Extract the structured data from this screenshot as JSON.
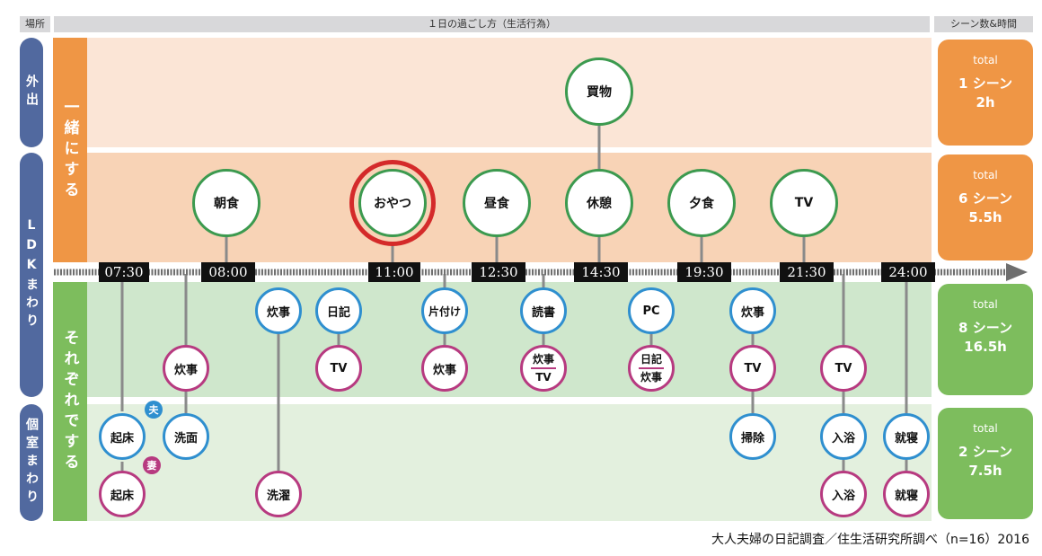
{
  "header": {
    "place": "場所",
    "activity": "１日の過ごし方（生活行為）",
    "summary": "シーン数&時間"
  },
  "place_labels": {
    "outside": "外出",
    "ldk": "LDKまわり",
    "private": "個室まわり"
  },
  "activity_labels": {
    "together": "一緒にする",
    "separate": "それぞれでする"
  },
  "times": [
    "07:30",
    "08:00",
    "11:00",
    "12:30",
    "14:30",
    "19:30",
    "21:30",
    "24:00"
  ],
  "together_nodes": {
    "kaimono": "買物",
    "breakfast": "朝食",
    "oyatsu": "おやつ",
    "lunch": "昼食",
    "rest": "休憩",
    "dinner": "夕食",
    "tv": "TV"
  },
  "separate_nodes": {
    "suiji1": "炊事",
    "nikki1": "日記",
    "katazuke": "片付け",
    "dokusho": "読書",
    "pc": "PC",
    "suiji2": "炊事",
    "suiji3": "炊事",
    "tv1": "TV",
    "suiji4": "炊事",
    "combo1_top": "炊事",
    "combo1_bottom": "TV",
    "combo2_top": "日記",
    "combo2_bottom": "炊事",
    "tv2": "TV",
    "tv3": "TV"
  },
  "private_nodes": {
    "kisho_h": "起床",
    "sengan": "洗面",
    "soji": "掃除",
    "nyuyoku1": "入浴",
    "shushin1": "就寝",
    "kisho_w": "起床",
    "sentaku": "洗濯",
    "nyuyoku2": "入浴",
    "shushin2": "就寝"
  },
  "tags": {
    "husband": "夫",
    "wife": "妻"
  },
  "summary": [
    {
      "total": "total",
      "scenes": "1 シーン",
      "hours": "2h"
    },
    {
      "total": "total",
      "scenes": "6 シーン",
      "hours": "5.5h"
    },
    {
      "total": "total",
      "scenes": "8 シーン",
      "hours": "16.5h"
    },
    {
      "total": "total",
      "scenes": "2 シーン",
      "hours": "7.5h"
    }
  ],
  "colors": {
    "together": "#ef9645",
    "separate": "#7dbd5d",
    "place": "#51699f",
    "green_node": "#3c9a4f",
    "blue_node": "#2f8fcf",
    "pink_node": "#b73a80",
    "highlight": "#d42a2a"
  },
  "credit": "大人夫婦の日記調査／住生活研究所調べ（n=16）2016"
}
